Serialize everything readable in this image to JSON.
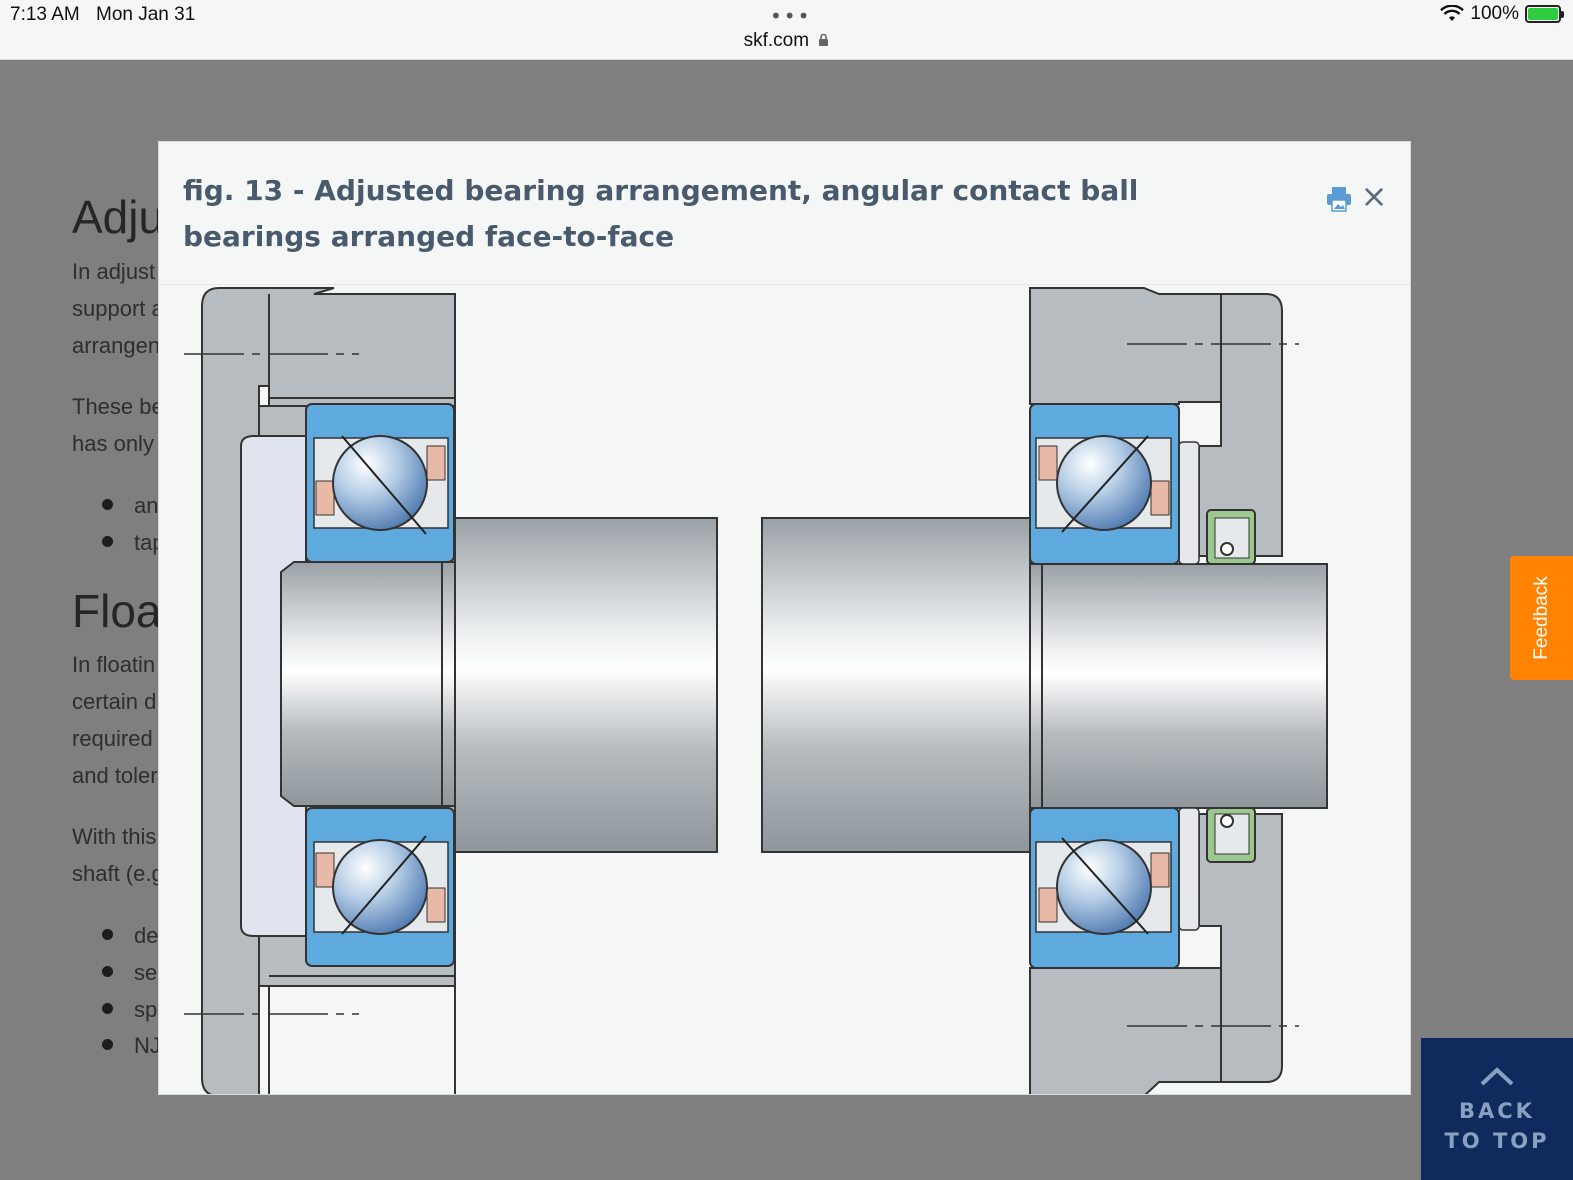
{
  "status_bar": {
    "time": "7:13 AM",
    "date": "Mon Jan 31",
    "url": "skf.com",
    "battery": "100%"
  },
  "background_article": {
    "heading_1": "Adjus",
    "para_1": [
      "In adjust",
      "support a",
      "arrangen"
    ],
    "para_2": [
      "These be",
      "has only"
    ],
    "list_1": [
      "an",
      "tap"
    ],
    "heading_2": "Float",
    "para_3": [
      "In floatin",
      "certain d",
      "required",
      "and toler"
    ],
    "para_4": [
      "With this",
      "shaft (e.g"
    ],
    "list_2": [
      "de",
      "sel",
      "sph",
      "NJ"
    ]
  },
  "modal": {
    "title": "fig. 13 - Adjusted bearing arrangement, angular contact ball bearings arranged face-to-face",
    "close_glyph": "×",
    "print_icon": "print-icon",
    "close_icon": "close-icon"
  },
  "feedback": {
    "label": "Feedback"
  },
  "back_to_top": {
    "label": "BACK\nTO TOP",
    "icon": "chevron-up-icon"
  },
  "colors": {
    "overlay": "#7f7f7f",
    "modal_title": "#485a6c",
    "bearing_blue": "#5ea9dd",
    "cage_pink": "#e8b9a6",
    "housing_gray": "#b7bcc0",
    "feedback_orange": "#ff8200",
    "back_to_top_navy": "#0f2b5e"
  }
}
